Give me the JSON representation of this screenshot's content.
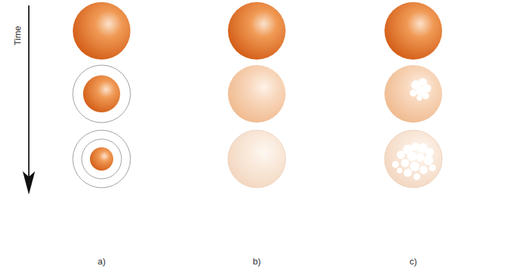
{
  "diagram": {
    "labels": [
      "Time",
      "a)",
      "b)",
      "c)"
    ]
  }
}
